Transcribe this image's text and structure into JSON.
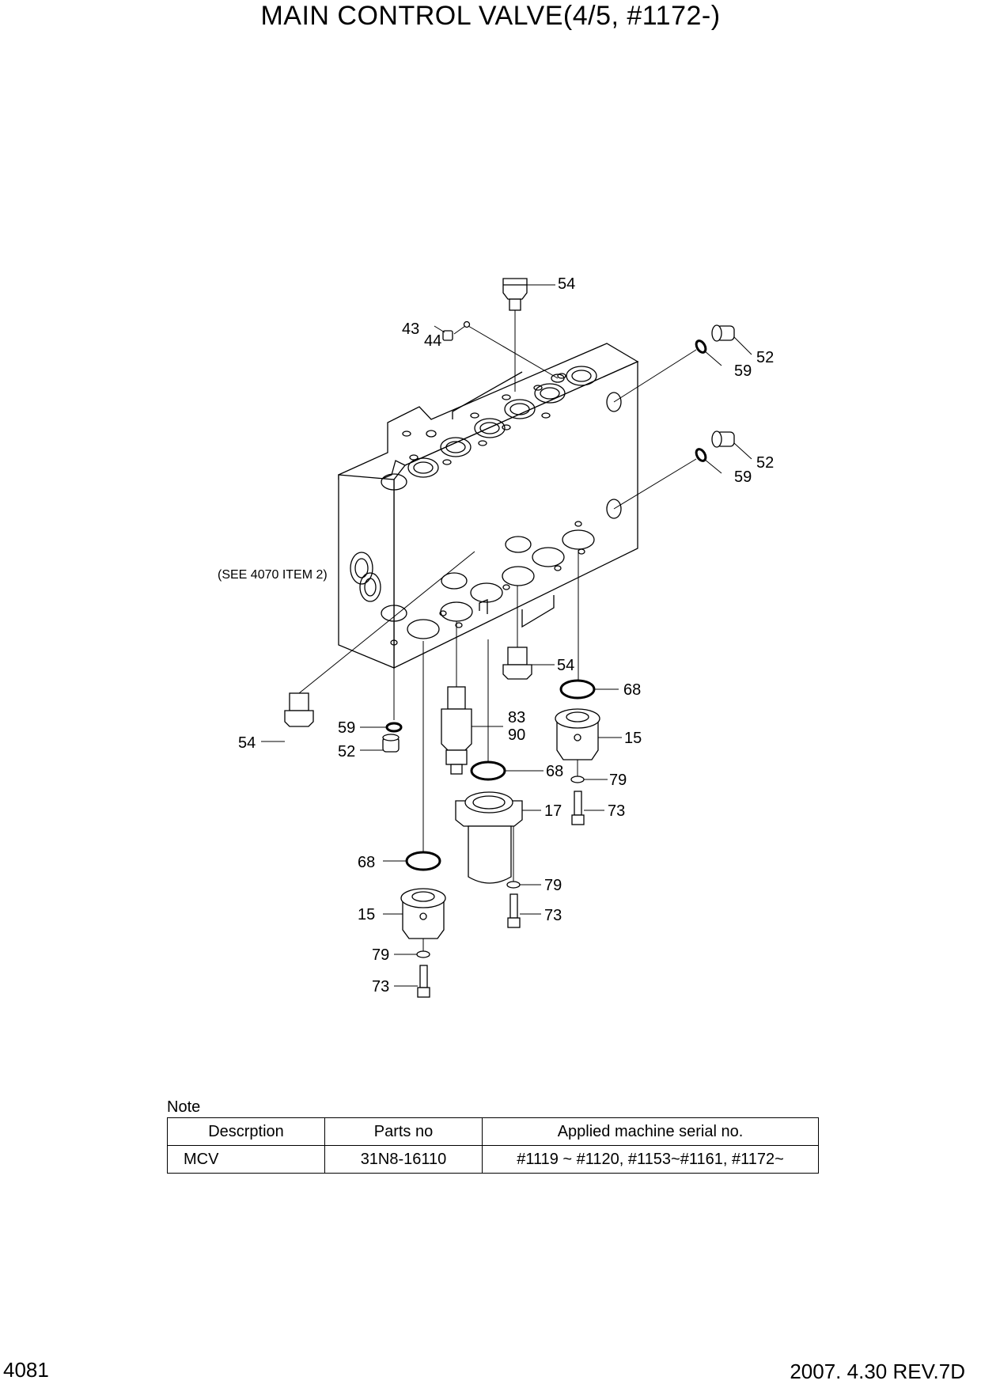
{
  "title": "MAIN CONTROL VALVE(4/5, #1172-)",
  "see_note": "(SEE 4070 ITEM 2)",
  "callouts": [
    {
      "id": "c54a",
      "text": "54"
    },
    {
      "id": "c43",
      "text": "43"
    },
    {
      "id": "c44",
      "text": "44"
    },
    {
      "id": "c52a",
      "text": "52"
    },
    {
      "id": "c59a",
      "text": "59"
    },
    {
      "id": "c52b",
      "text": "52"
    },
    {
      "id": "c59b",
      "text": "59"
    },
    {
      "id": "c54b",
      "text": "54"
    },
    {
      "id": "c68a",
      "text": "68"
    },
    {
      "id": "c54c",
      "text": "54"
    },
    {
      "id": "c59c",
      "text": "59"
    },
    {
      "id": "c52c",
      "text": "52"
    },
    {
      "id": "c83",
      "text": "83"
    },
    {
      "id": "c90",
      "text": "90"
    },
    {
      "id": "c15a",
      "text": "15"
    },
    {
      "id": "c68b",
      "text": "68"
    },
    {
      "id": "c79a",
      "text": "79"
    },
    {
      "id": "c17",
      "text": "17"
    },
    {
      "id": "c73a",
      "text": "73"
    },
    {
      "id": "c68c",
      "text": "68"
    },
    {
      "id": "c79b",
      "text": "79"
    },
    {
      "id": "c15b",
      "text": "15"
    },
    {
      "id": "c73b",
      "text": "73"
    },
    {
      "id": "c79c",
      "text": "79"
    },
    {
      "id": "c73c",
      "text": "73"
    }
  ],
  "note": {
    "label": "Note",
    "headers": [
      "Descrption",
      "Parts no",
      "Applied machine serial no."
    ],
    "rows": [
      [
        "MCV",
        "31N8-16110",
        "#1119 ~ #1120, #1153~#1161, #1172~"
      ]
    ]
  },
  "footer": {
    "page_number": "4081",
    "revision": "2007. 4.30  REV.7D"
  }
}
